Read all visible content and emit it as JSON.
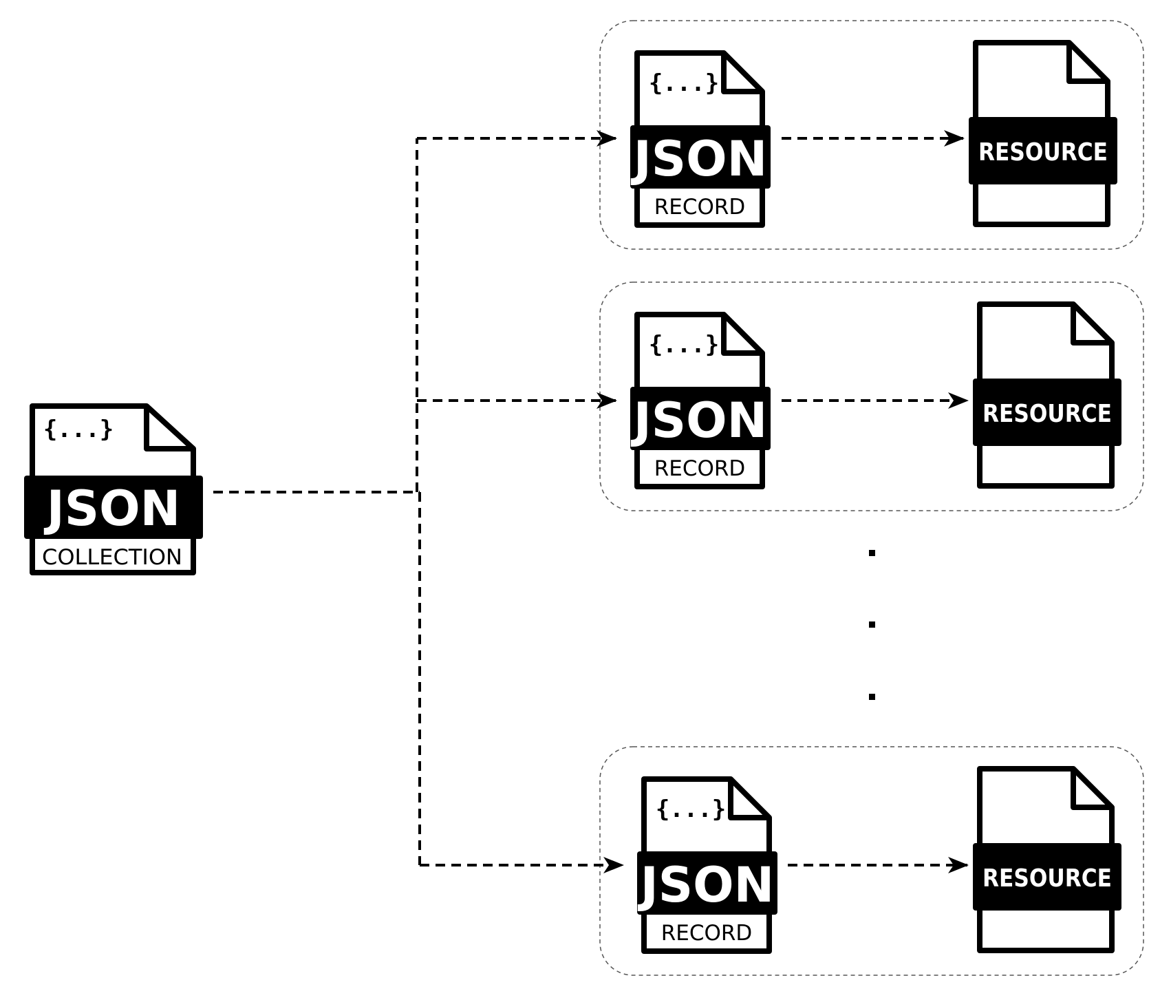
{
  "diagram": {
    "collection": {
      "braces": "{...}",
      "format": "JSON",
      "label": "COLLECTION"
    },
    "rows": [
      {
        "record": {
          "braces": "{...}",
          "format": "JSON",
          "label": "RECORD"
        },
        "resource": {
          "label": "RESOURCE"
        }
      },
      {
        "record": {
          "braces": "{...}",
          "format": "JSON",
          "label": "RECORD"
        },
        "resource": {
          "label": "RESOURCE"
        }
      },
      {
        "record": {
          "braces": "{...}",
          "format": "JSON",
          "label": "RECORD"
        },
        "resource": {
          "label": "RESOURCE"
        }
      }
    ],
    "ellipsis": "vertical-dots",
    "colors": {
      "ink": "#000000",
      "paper": "#ffffff",
      "group_border": "#555555"
    }
  }
}
